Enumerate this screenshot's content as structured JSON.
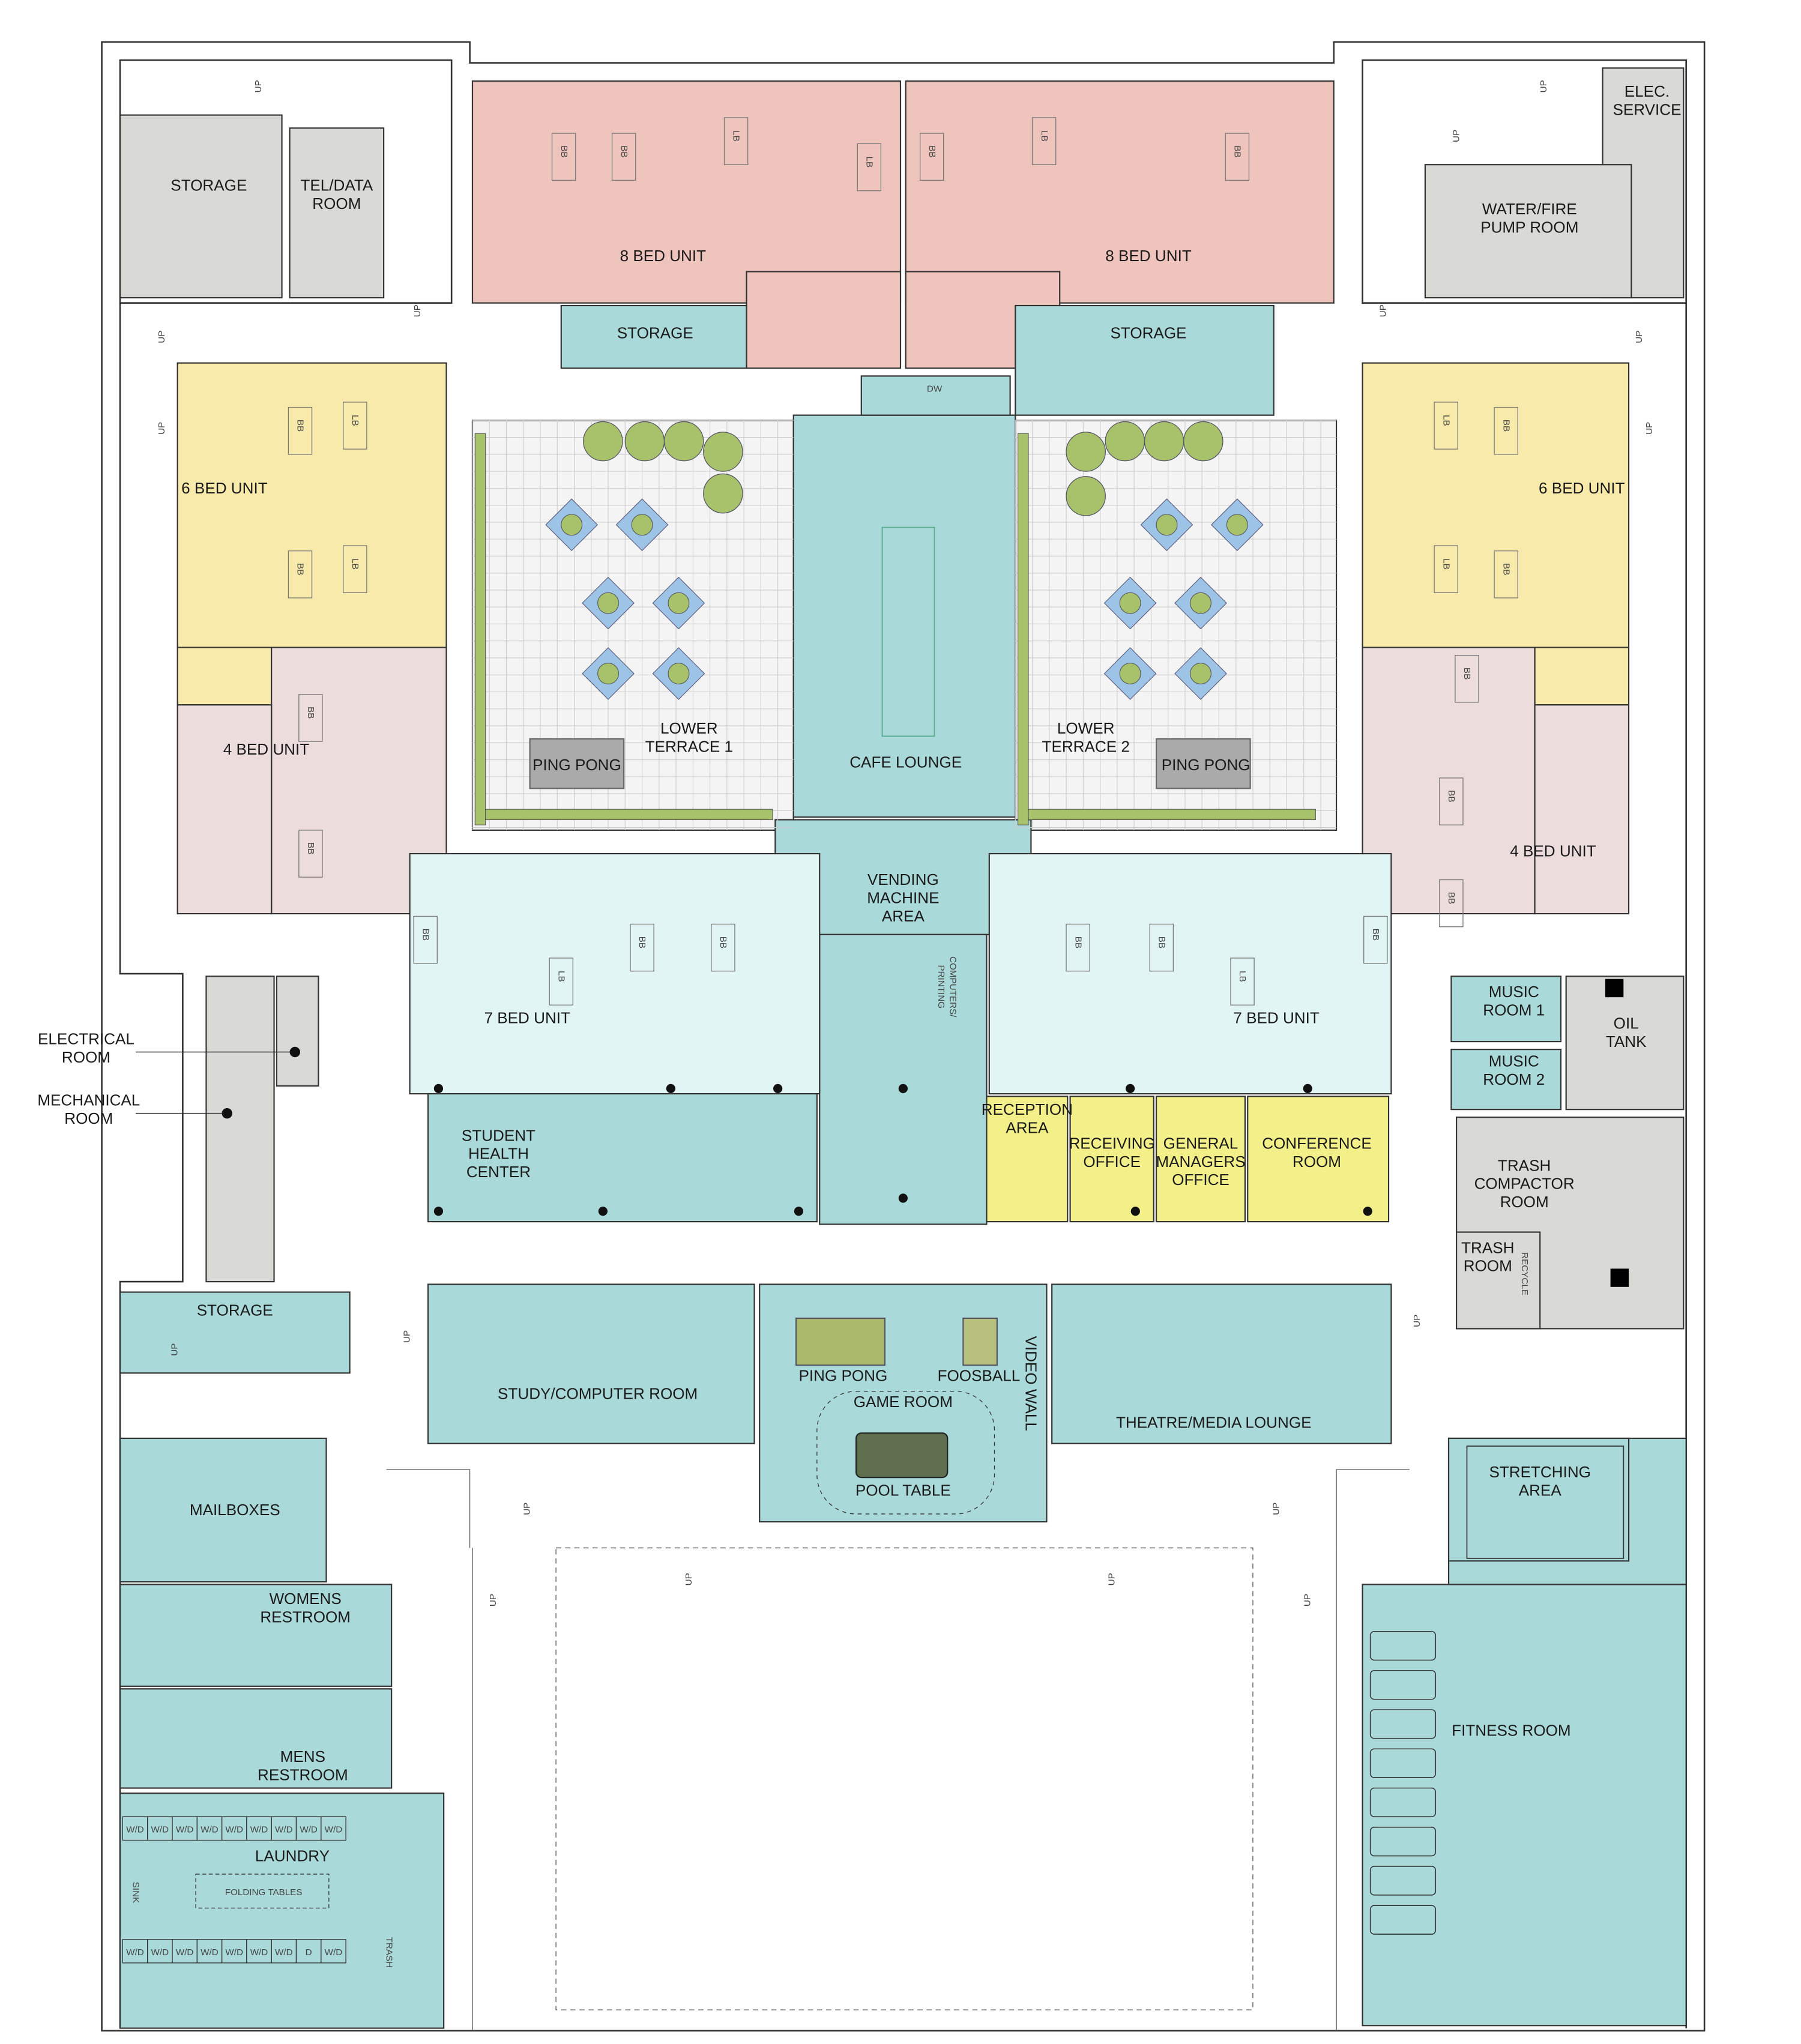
{
  "colors": {
    "pink_unit": "#eec4bd",
    "yellow_unit": "#f7eaab",
    "light_pink_unit": "#ecdcdc",
    "teal": "#a9d9d8",
    "light_cyan": "#e2f5f5",
    "office_yellow": "#f3f08a",
    "service_gray": "#d9d9d6",
    "plant_green": "#a7c26b",
    "terrace_tile": "#f4f4f4",
    "table_blue": "#9dc3e6",
    "pool_table": "#5e6e4e"
  },
  "rooms": {
    "storage_nw": [
      "STORAGE"
    ],
    "tel_data": [
      "TEL/DATA",
      "ROOM"
    ],
    "elec_service": [
      "ELEC.",
      "SERVICE"
    ],
    "water_pump": [
      "WATER/FIRE",
      "PUMP ROOM"
    ],
    "bed8_left": [
      "8 BED UNIT"
    ],
    "bed8_right": [
      "8 BED UNIT"
    ],
    "storage_left": [
      "STORAGE"
    ],
    "storage_right": [
      "STORAGE"
    ],
    "bed6_left": [
      "6 BED UNIT"
    ],
    "bed6_right": [
      "6 BED UNIT"
    ],
    "bed4_left": [
      "4 BED UNIT"
    ],
    "bed4_right": [
      "4 BED UNIT"
    ],
    "terrace1": [
      "LOWER",
      "TERRACE 1"
    ],
    "terrace2": [
      "LOWER",
      "TERRACE 2"
    ],
    "pingpong_t1": [
      "PING PONG"
    ],
    "pingpong_t2": [
      "PING PONG"
    ],
    "cafe": [
      "CAFE LOUNGE"
    ],
    "vending": [
      "VENDING",
      "MACHINE",
      "AREA"
    ],
    "computers": [
      "COMPUTERS/",
      "PRINTING"
    ],
    "bed7_left": [
      "7 BED UNIT"
    ],
    "bed7_right": [
      "7 BED UNIT"
    ],
    "electrical": [
      "ELECTRICAL",
      "ROOM"
    ],
    "mechanical": [
      "MECHANICAL",
      "ROOM"
    ],
    "health": [
      "STUDENT",
      "HEALTH",
      "CENTER"
    ],
    "reception": [
      "RECEPTION",
      "AREA"
    ],
    "receiving": [
      "RECEIVING",
      "OFFICE"
    ],
    "gm_office": [
      "GENERAL",
      "MANAGERS",
      "OFFICE"
    ],
    "conference": [
      "CONFERENCE",
      "ROOM"
    ],
    "music1": [
      "MUSIC",
      "ROOM 1"
    ],
    "music2": [
      "MUSIC",
      "ROOM 2"
    ],
    "oil_tank": [
      "OIL",
      "TANK"
    ],
    "trash_compactor": [
      "TRASH",
      "COMPACTOR",
      "ROOM"
    ],
    "trash_room": [
      "TRASH",
      "ROOM"
    ],
    "recycle": [
      "RECYCLE"
    ],
    "storage_sw": [
      "STORAGE"
    ],
    "study": [
      "STUDY/COMPUTER ROOM"
    ],
    "game_room": [
      "GAME ROOM"
    ],
    "game_pingpong": [
      "PING PONG"
    ],
    "foosball": [
      "FOOSBALL"
    ],
    "pool_table": [
      "POOL TABLE"
    ],
    "video_wall": [
      "VIDEO WALL"
    ],
    "theatre": [
      "THEATRE/MEDIA LOUNGE"
    ],
    "mailboxes": [
      "MAILBOXES"
    ],
    "womens": [
      "WOMENS",
      "RESTROOM"
    ],
    "mens": [
      "MENS",
      "RESTROOM"
    ],
    "laundry": [
      "LAUNDRY"
    ],
    "sink": [
      "SINK"
    ],
    "folding_tables": [
      "FOLDING TABLES"
    ],
    "trash_laundry": [
      "TRASH"
    ],
    "stretching": [
      "STRETCHING",
      "AREA"
    ],
    "fitness": [
      "FITNESS ROOM"
    ]
  },
  "annotations": {
    "up": "UP",
    "bb": "BB",
    "lb": "LB",
    "dw": "DW",
    "washer_dryers_top": [
      "W/D",
      "W/D",
      "W/D",
      "W/D",
      "W/D",
      "W/D",
      "W/D",
      "W/D",
      "W/D"
    ],
    "washer_dryers_bottom": [
      "W/D",
      "W/D",
      "W/D",
      "W/D",
      "W/D",
      "W/D",
      "W/D",
      "D",
      "W/D"
    ]
  }
}
